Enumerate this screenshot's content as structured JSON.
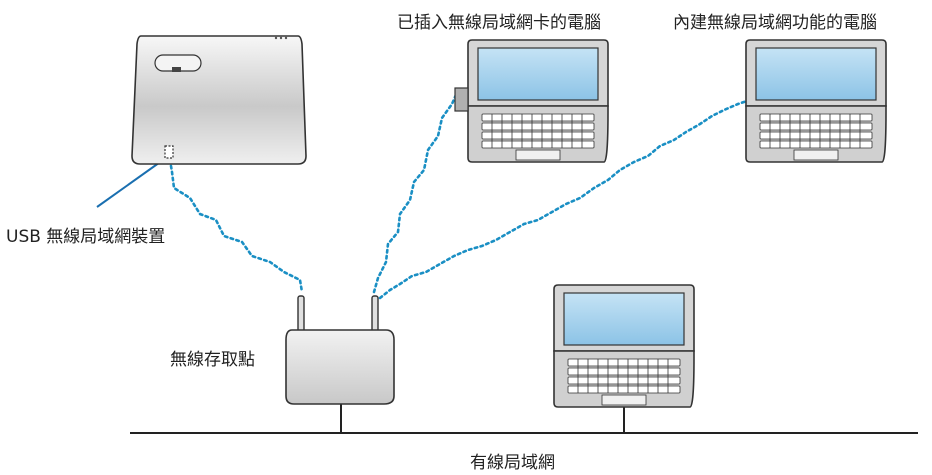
{
  "labels": {
    "usb_device": "USB 無線局域網裝置",
    "access_point": "無線存取點",
    "wired_lan": "有線局域網",
    "pc_with_card": "已插入無線局域網卡的電腦",
    "pc_builtin": "內建無線局域網功能的電腦"
  },
  "colors": {
    "wireless_link": "#1a8fc4",
    "pointer_line": "#1a6fb0",
    "device_outline": "#333333",
    "screen_fill": "#a9d2ee",
    "laptop_body": "#d4d4d4"
  },
  "icons": {
    "projector": "projector-icon",
    "router": "router-icon",
    "laptop": "laptop-icon"
  }
}
